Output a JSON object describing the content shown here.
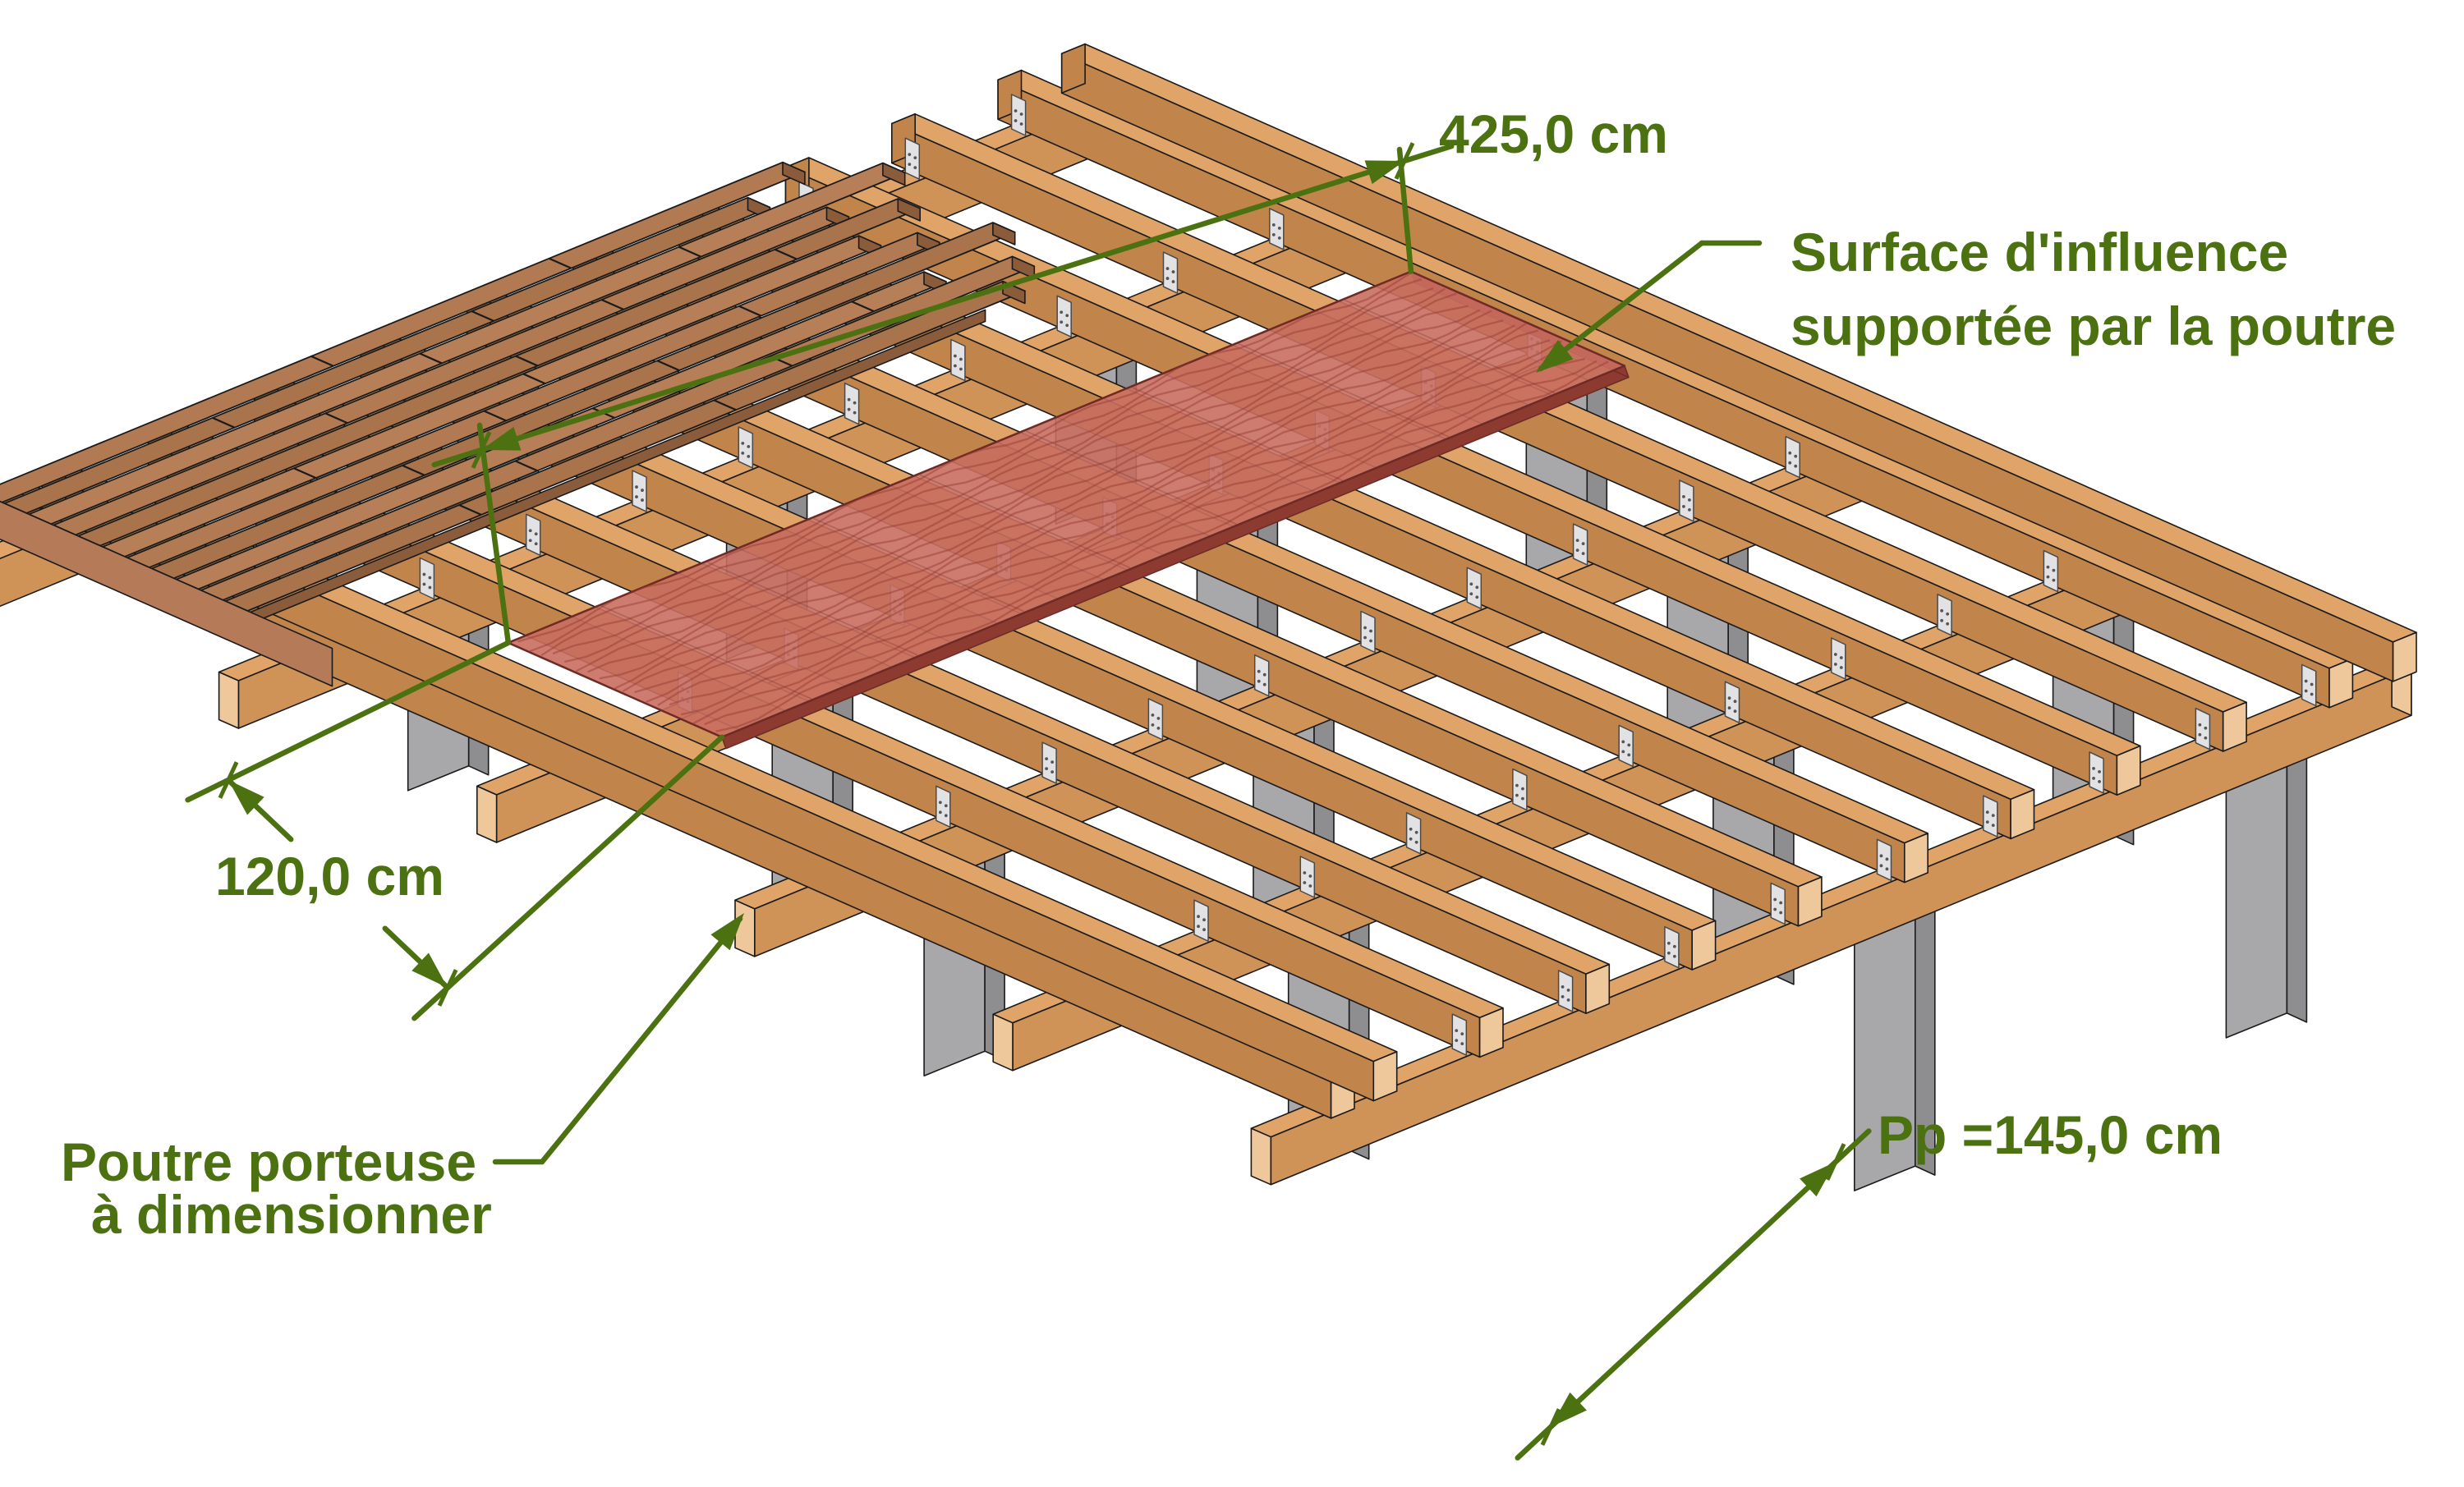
{
  "diagram": {
    "labels": {
      "length_dim": "425,0 cm",
      "width_dim": "120,0 cm",
      "spacing_dim": "Pp =145,0 cm",
      "influence_line1": "Surface d'influence",
      "influence_line2": "supportée par la poutre",
      "beam_line1": "Poutre porteuse",
      "beam_line2": "à dimensionner"
    },
    "colors": {
      "annotation_green": "#4b7110",
      "wood_top": "#e0a469",
      "wood_side": "#c1854b",
      "beam_front": "#cf9257",
      "wood_end": "#eec79b",
      "deck_board": "#b17a52",
      "deck_board_alt": "#a9734c",
      "deck_board_alt2": "#b67f57",
      "deck_fascia": "#b57a57",
      "deck_edge_dark": "#8a5c3c",
      "influence_fill": "#c96e61",
      "influence_wave": "#993d33",
      "influence_edge": "#8d3a31",
      "influence_outline": "#6e2a24",
      "concrete_front": "#a8a8aa",
      "concrete_side": "#8e8e90",
      "bracket_fill": "#e2e2e4",
      "bracket_stroke": "#4a4a4a",
      "outline": "#1a1a1a",
      "background": "#ffffff"
    }
  }
}
